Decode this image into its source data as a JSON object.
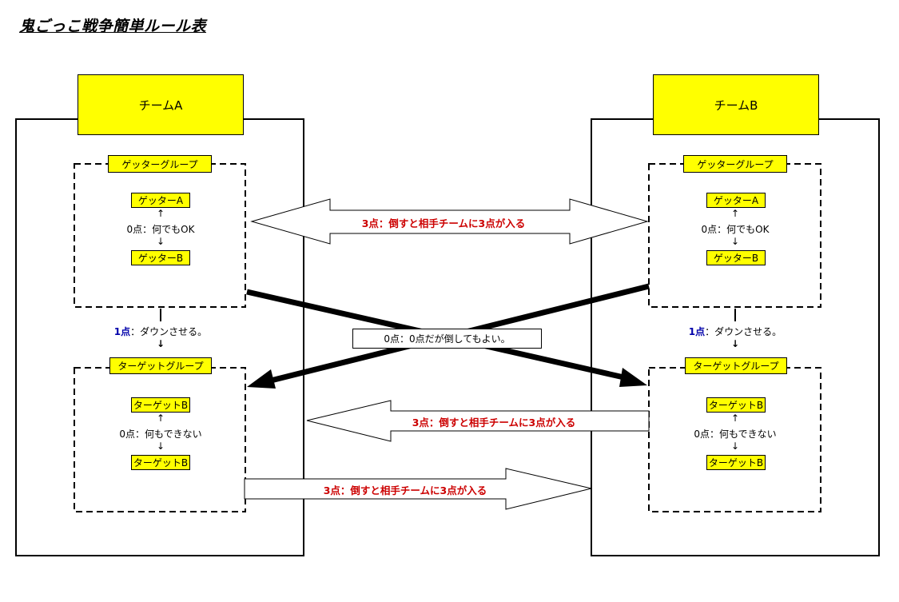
{
  "title": "鬼ごっこ戦争簡単ルール表",
  "teams": [
    {
      "name": "チームA",
      "getter_group": {
        "label": "ゲッターグループ",
        "member_top": "ゲッターA",
        "member_bottom": "ゲッターB",
        "up_arrow": "↑",
        "down_arrow": "↓",
        "relation": "0点：何でもOK"
      },
      "down_rule": {
        "points": "1点",
        "sep": "：",
        "text": "ダウンさせる。",
        "arrow": "↓"
      },
      "target_group": {
        "label": "ターゲットグループ",
        "member_top": "ターゲットB",
        "member_bottom": "ターゲットB",
        "up_arrow": "↑",
        "down_arrow": "↓",
        "relation": "0点：何もできない"
      }
    },
    {
      "name": "チームB",
      "getter_group": {
        "label": "ゲッターグループ",
        "member_top": "ゲッターA",
        "member_bottom": "ゲッターB",
        "up_arrow": "↑",
        "down_arrow": "↓",
        "relation": "0点：何でもOK"
      },
      "down_rule": {
        "points": "1点",
        "sep": "：",
        "text": "ダウンさせる。",
        "arrow": "↓"
      },
      "target_group": {
        "label": "ターゲットグループ",
        "member_top": "ターゲットB",
        "member_bottom": "ターゲットB",
        "up_arrow": "↑",
        "down_arrow": "↓",
        "relation": "0点：何もできない"
      }
    }
  ],
  "arrows": {
    "getter_vs_getter": "3点：倒すと相手チームに3点が入る",
    "b_target_to_a": "3点：倒すと相手チームに3点が入る",
    "a_target_to_b": "3点：倒すと相手チームに3点が入る",
    "cross_note": "0点：0点だが倒してもよい。"
  },
  "colors": {
    "team_fill": "#ffff00",
    "red_text": "#cc0000",
    "blue_text": "#0000aa"
  }
}
